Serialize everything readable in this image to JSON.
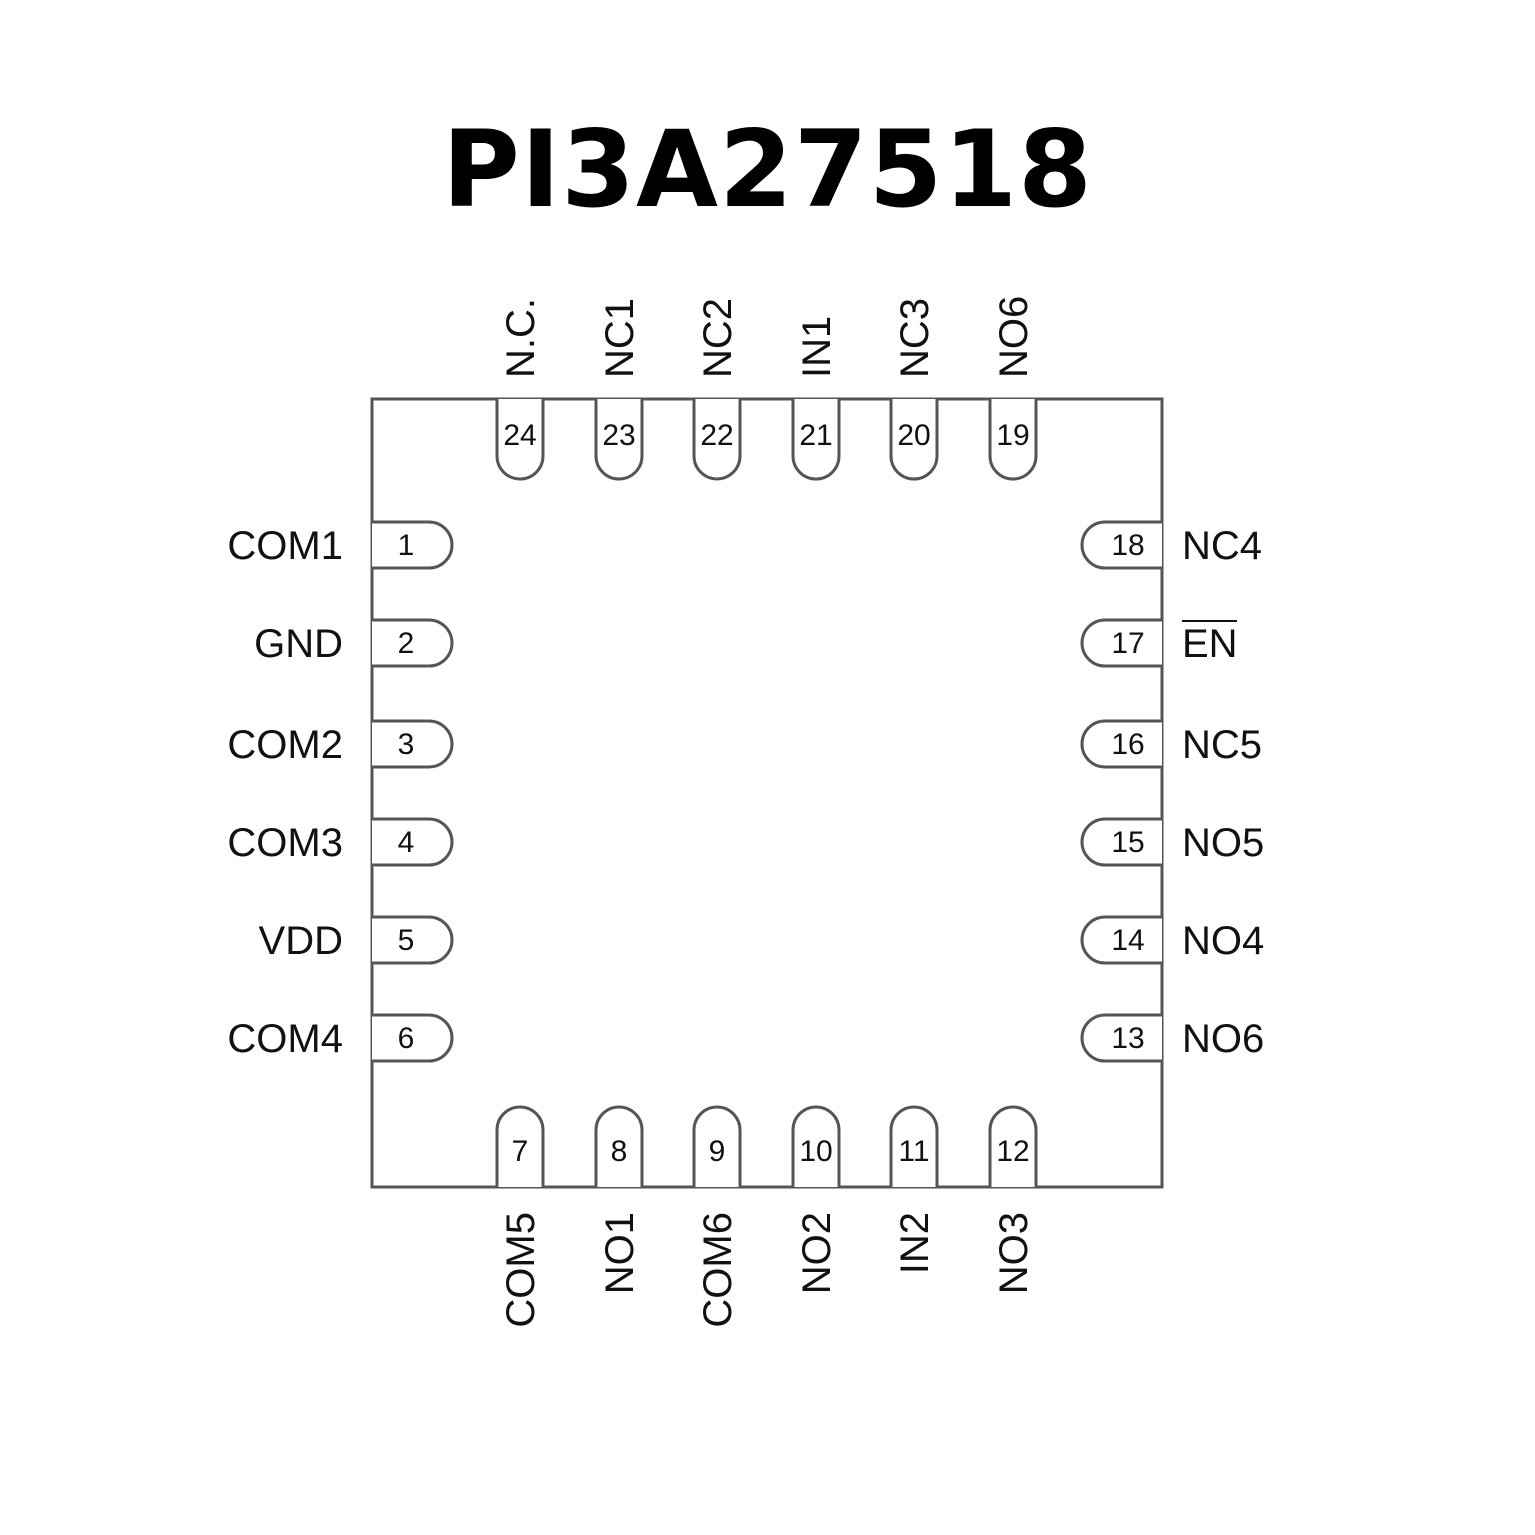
{
  "title": "PI3A27518",
  "colors": {
    "outline": "#555555",
    "text": "#111111",
    "background": "#ffffff"
  },
  "pins": {
    "left": [
      {
        "num": "1",
        "name": "COM1"
      },
      {
        "num": "2",
        "name": "GND"
      },
      {
        "num": "3",
        "name": "COM2"
      },
      {
        "num": "4",
        "name": "COM3"
      },
      {
        "num": "5",
        "name": "VDD"
      },
      {
        "num": "6",
        "name": "COM4"
      }
    ],
    "bottom": [
      {
        "num": "7",
        "name": "COM5"
      },
      {
        "num": "8",
        "name": "NO1"
      },
      {
        "num": "9",
        "name": "COM6"
      },
      {
        "num": "10",
        "name": "NO2"
      },
      {
        "num": "11",
        "name": "IN2"
      },
      {
        "num": "12",
        "name": "NO3"
      }
    ],
    "right": [
      {
        "num": "18",
        "name": "NC4"
      },
      {
        "num": "17",
        "name": "EN",
        "overbar": true
      },
      {
        "num": "16",
        "name": "NC5"
      },
      {
        "num": "15",
        "name": "NO5"
      },
      {
        "num": "14",
        "name": "NO4"
      },
      {
        "num": "13",
        "name": "NO6"
      }
    ],
    "top": [
      {
        "num": "24",
        "name": "N.C."
      },
      {
        "num": "23",
        "name": "NC1"
      },
      {
        "num": "22",
        "name": "NC2"
      },
      {
        "num": "21",
        "name": "IN1"
      },
      {
        "num": "20",
        "name": "NC3"
      },
      {
        "num": "19",
        "name": "NO6"
      }
    ]
  }
}
